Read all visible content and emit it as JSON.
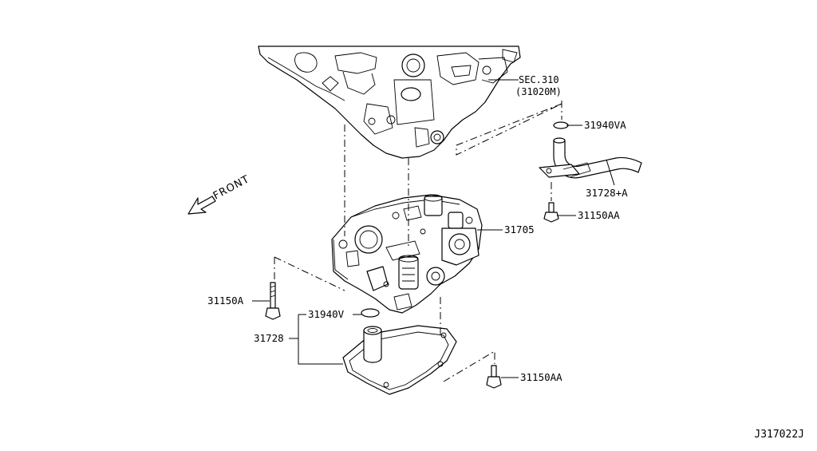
{
  "diagram": {
    "callouts": {
      "sec_ref": "SEC.310",
      "sec_ref_sub": "(31020M)",
      "o_ring_upper": "31940VA",
      "tube_assembly": "31728+A",
      "bolt_upper": "31150AA",
      "control_valve": "31705",
      "bolt_left": "31150A",
      "o_ring_lower": "31940V",
      "oil_strainer": "31728",
      "bolt_lower": "31150AA"
    },
    "direction_label": "FRONT",
    "diagram_number": "J317022J"
  }
}
